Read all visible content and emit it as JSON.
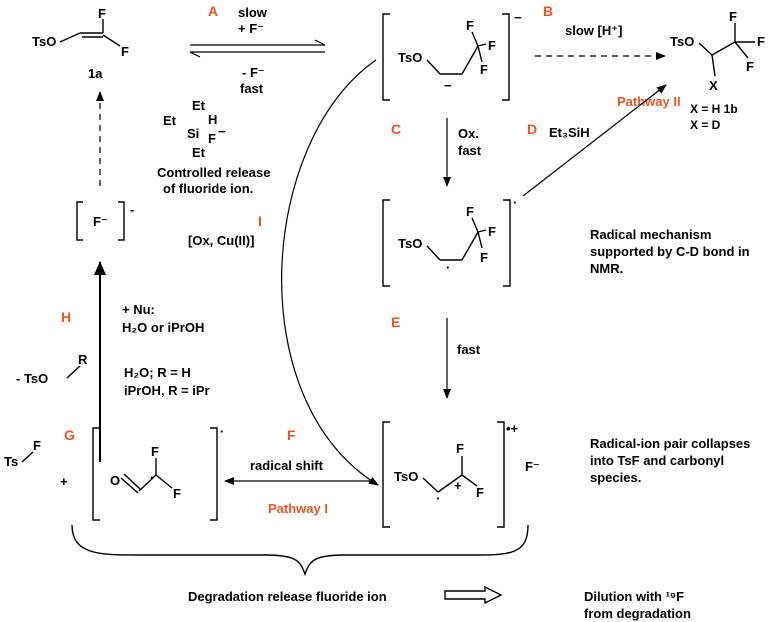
{
  "steps": {
    "a": "A",
    "b": "B",
    "c": "C",
    "d": "D",
    "e": "E",
    "f": "F",
    "g": "G",
    "h": "H",
    "i": "I"
  },
  "atoms": {
    "tso": "TsO",
    "f": "F",
    "x": "X",
    "ts": "Ts",
    "o": "O",
    "si": "Si",
    "et": "Et",
    "h": "H"
  },
  "compound_1a": "1a",
  "step_a": {
    "top1": "slow",
    "top2": "+ F⁻",
    "bot1": "- F⁻",
    "bot2": "fast"
  },
  "step_b": {
    "label": "slow [H⁺]"
  },
  "pathway2": "Pathway II",
  "pathway1": "Pathway I",
  "products": {
    "line1": "X = H 1b",
    "line2": "X = D"
  },
  "step_c": {
    "line1": "Ox.",
    "line2": "fast"
  },
  "step_d": {
    "reagent": "Et₃SiH"
  },
  "step_e": {
    "label": "fast"
  },
  "step_f": {
    "label": "radical shift"
  },
  "silicate": {
    "minus": "−",
    "caption1": "Controlled release",
    "caption2": "of fluoride ion."
  },
  "fluoride": {
    "text": "F⁻",
    "minus": "-"
  },
  "step_i": {
    "label": "[Ox, Cu(II)]"
  },
  "nucleophile": {
    "line1": "+ Nu:",
    "line2": "H₂O or iPrOH"
  },
  "side_product": {
    "minus": "- TsO",
    "r": "R"
  },
  "conditions": {
    "line1": "H₂O; R = H",
    "line2": "iPrOH, R = iPr"
  },
  "charges": {
    "anion": "−",
    "radical": "·",
    "radcation": "•+",
    "plus": "+",
    "fminus": "F⁻"
  },
  "notes": {
    "radical1": "Radical mechanism",
    "radical2": "supported by C-D bond in",
    "radical3": "NMR.",
    "collapse1": "Radical-ion pair collapses",
    "collapse2": "into TsF and carbonyl",
    "collapse3": "species."
  },
  "bottom": {
    "degradation": "Degradation release fluoride ion",
    "dilution1": "Dilution with ¹⁹F",
    "dilution2": "from degradation"
  }
}
